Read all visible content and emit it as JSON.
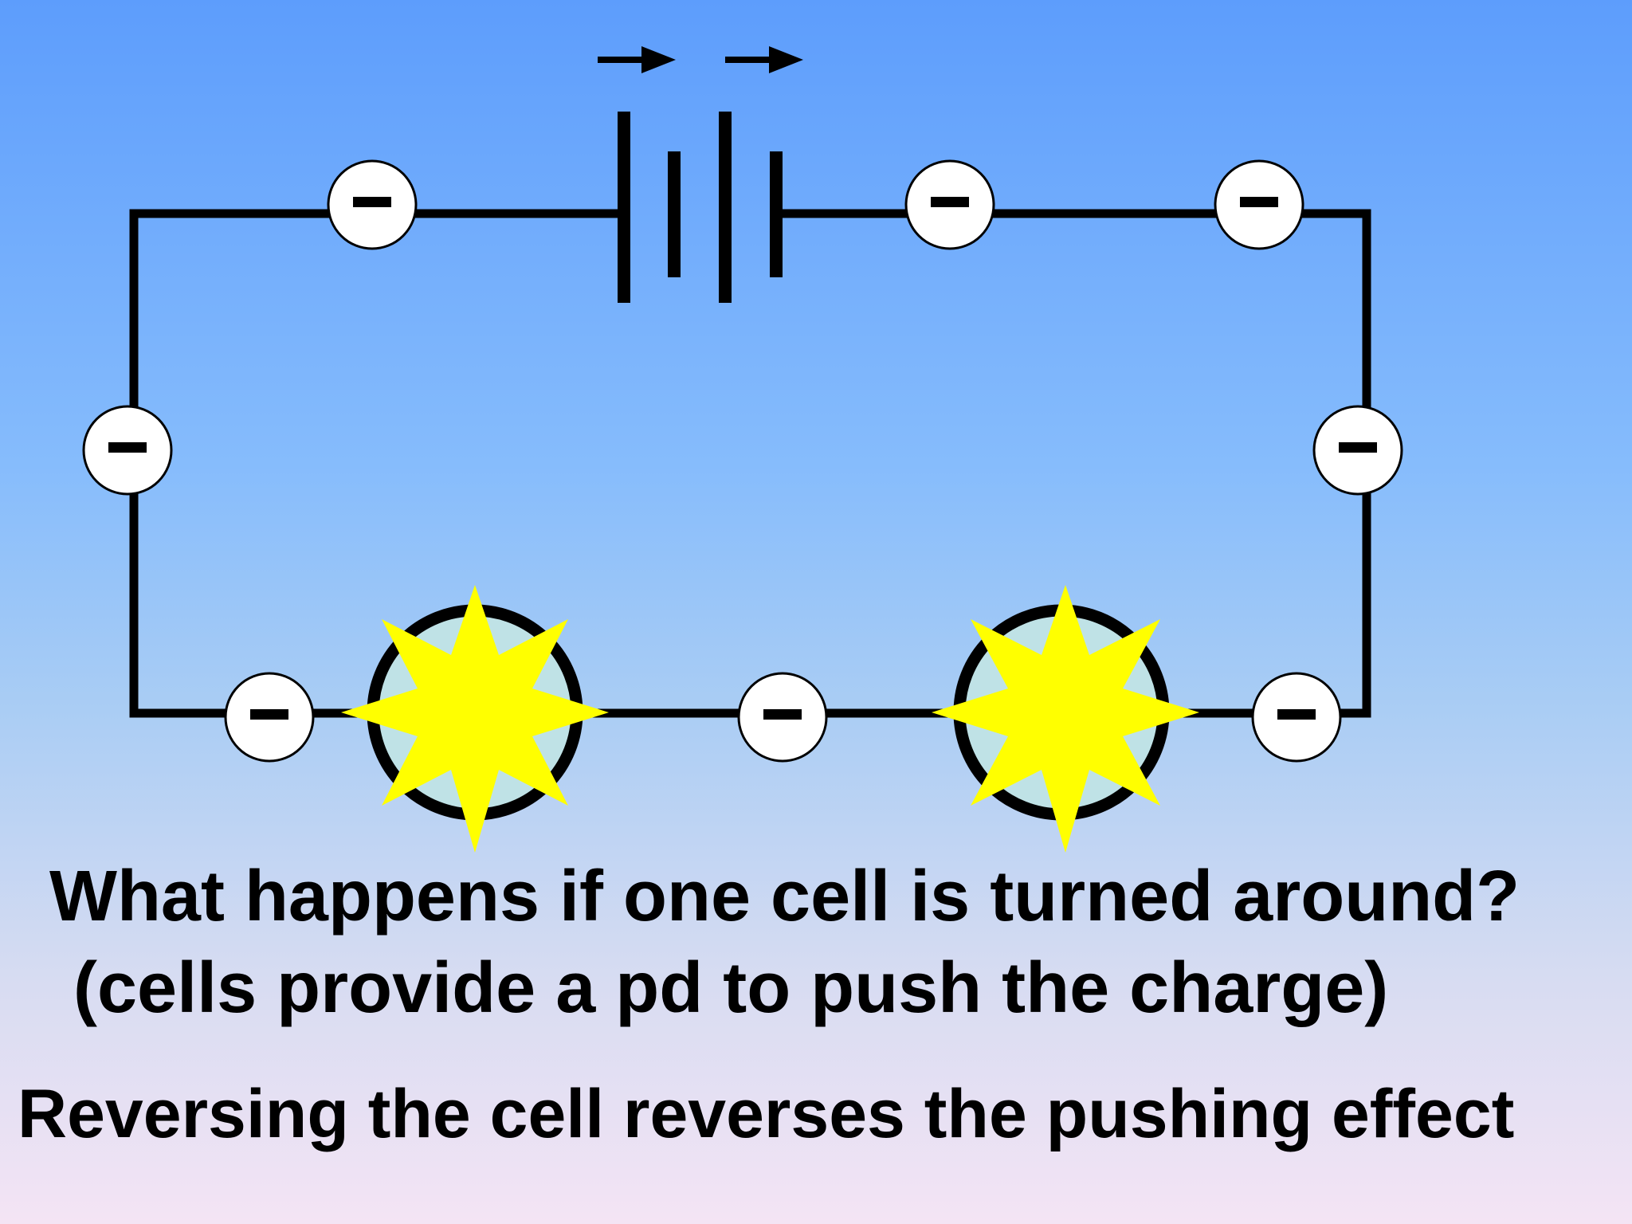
{
  "diagram": {
    "charge_symbol": "–",
    "colors": {
      "wire": "#000000",
      "electron_fill": "#ffffff",
      "bulb_fill": "#bfe2e6",
      "flash": "#ffff00"
    },
    "icons": [
      "arrow-right-icon",
      "cell-symbol-icon",
      "electron-icon",
      "lamp-icon",
      "flash-icon"
    ]
  },
  "text": {
    "question": "What happens if one cell is turned around?",
    "hint": "(cells provide a pd to push the charge)",
    "answer": "Reversing the cell reverses the pushing effect"
  }
}
